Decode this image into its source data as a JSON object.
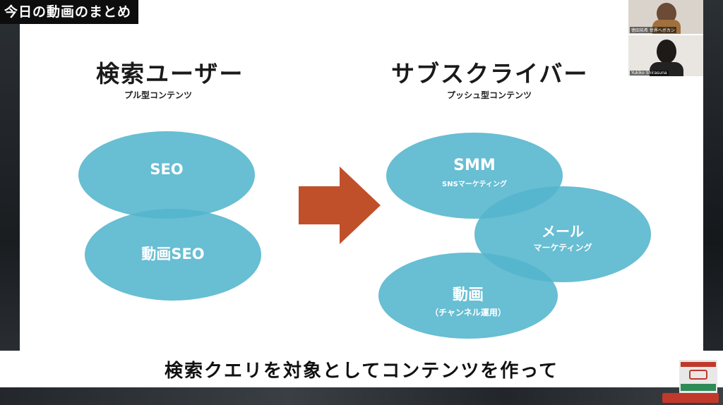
{
  "overlay": {
    "title": "今日の動画のまとめ"
  },
  "left": {
    "title": "検索ユーザー",
    "subtitle": "プル型コンテンツ",
    "bubbles": [
      {
        "label": "SEO"
      },
      {
        "label": "動画SEO"
      }
    ]
  },
  "right": {
    "title": "サブスクライバー",
    "subtitle": "プッシュ型コンテンツ",
    "bubbles": [
      {
        "label": "SMM",
        "sub": "SNSマーケティング"
      },
      {
        "label": "メール",
        "sub": "マーケティング"
      },
      {
        "label": "動画",
        "sub": "（チャンネル運用）"
      }
    ]
  },
  "caption": "検索クエリを対象としてコンテンツを作って",
  "participants": [
    {
      "name": "徳田祐希 世界へボカン"
    },
    {
      "name": "Yukiko Shirasuna"
    }
  ],
  "colors": {
    "bubble": "#53b5cd",
    "arrow": "#c0502a"
  }
}
